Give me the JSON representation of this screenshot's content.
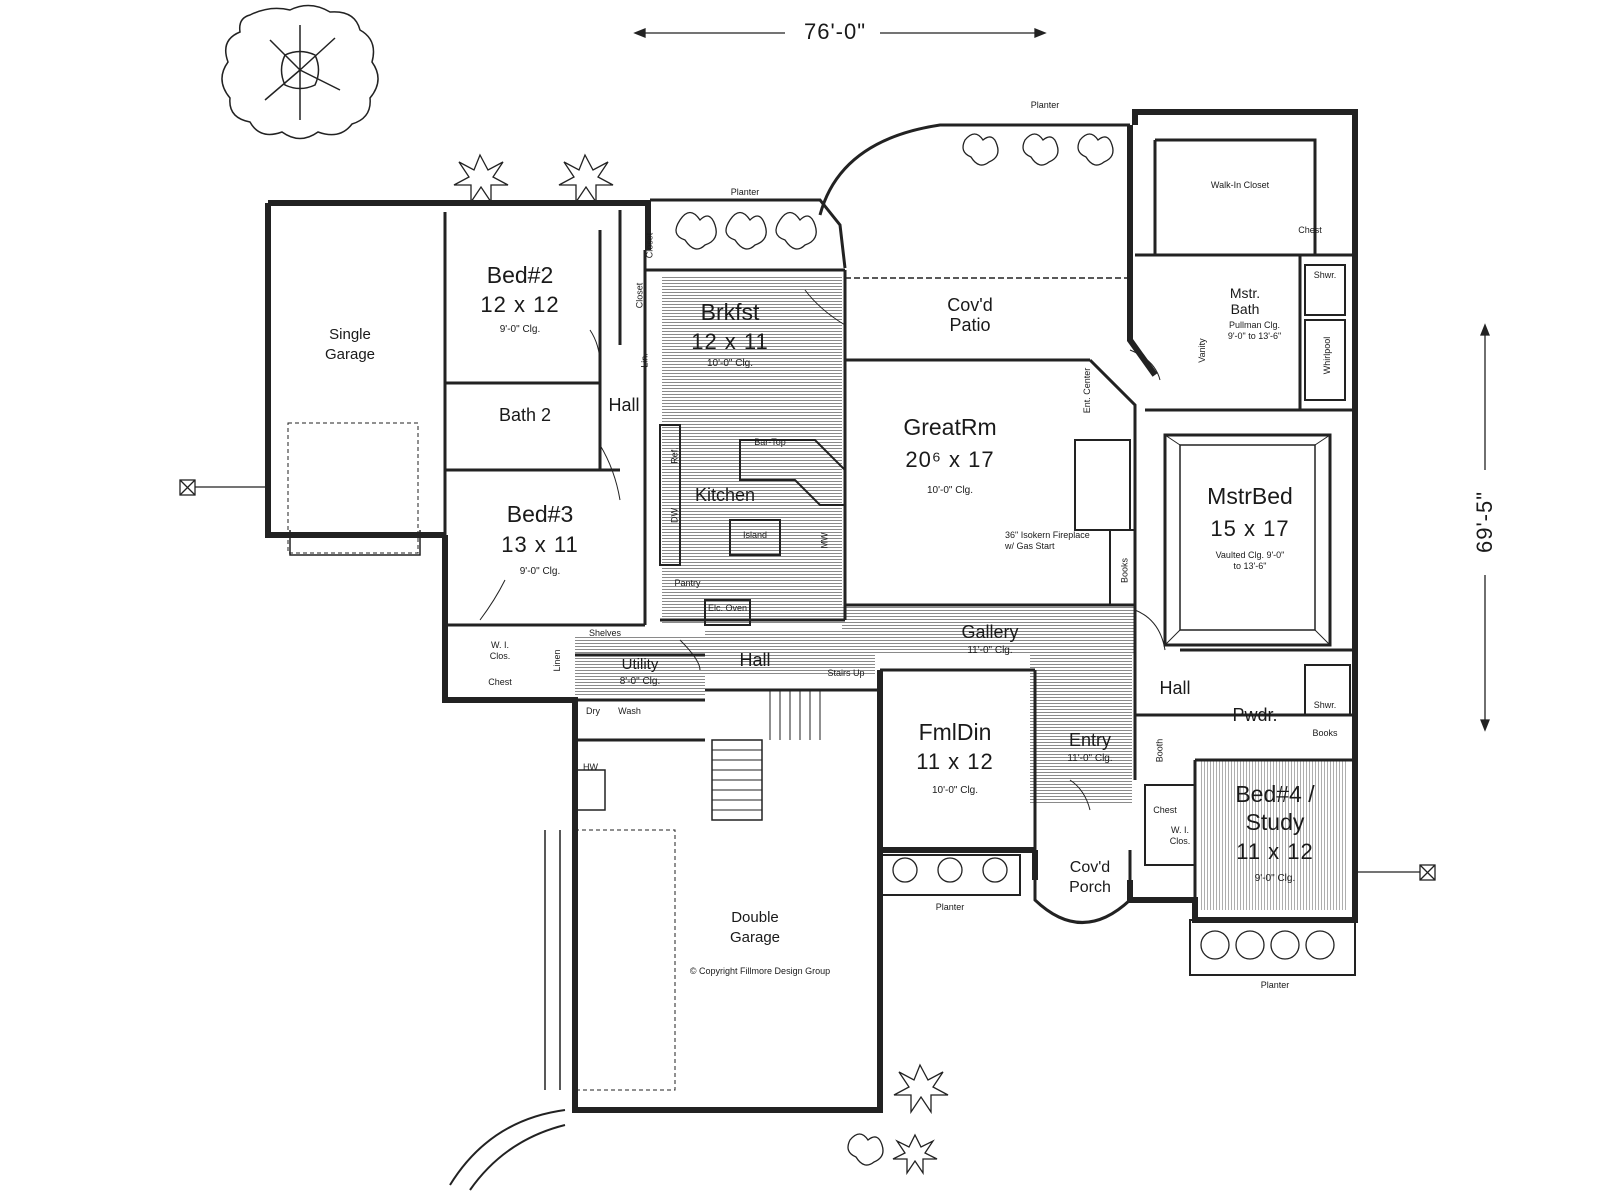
{
  "overall": {
    "width": "76'-0\"",
    "depth": "69'-5\""
  },
  "rooms": {
    "bed2": {
      "name": "Bed#2",
      "size": "12 x 12",
      "ceiling": "9'-0\" Clg."
    },
    "bed3": {
      "name": "Bed#3",
      "size": "13 x 11",
      "ceiling": "9'-0\" Clg."
    },
    "bath2": {
      "name": "Bath 2"
    },
    "hall_west": {
      "name": "Hall"
    },
    "single_garage": {
      "name": "Single Garage"
    },
    "brkfst": {
      "name": "Brkfst",
      "size": "12 x 11",
      "ceiling": "10'-0\" Clg."
    },
    "kitchen": {
      "name": "Kitchen"
    },
    "bar_top": {
      "name": "Bar-Top"
    },
    "island": {
      "name": "Island"
    },
    "pantry": {
      "name": "Pantry"
    },
    "elec_oven": {
      "name": "Elc. Oven"
    },
    "covd_patio": {
      "name": "Cov'd Patio"
    },
    "great_rm": {
      "name": "GreatRm",
      "size": "20⁶ x 17",
      "ceiling": "10'-0\" Clg."
    },
    "fireplace_note": {
      "text": "36\" Isokern Fireplace w/ Gas Start"
    },
    "ent_center": {
      "name": "Ent. Center"
    },
    "books_gr": {
      "name": "Books"
    },
    "gallery": {
      "name": "Gallery",
      "ceiling": "11'-0\" Clg."
    },
    "hall_center": {
      "name": "Hall"
    },
    "utility": {
      "name": "Utility",
      "ceiling": "8'-0\" Clg."
    },
    "stairs_up": {
      "name": "Stairs Up"
    },
    "fml_din": {
      "name": "FmlDin",
      "size": "11 x 12",
      "ceiling": "10'-0\" Clg."
    },
    "entry": {
      "name": "Entry",
      "ceiling": "11'-0\" Clg."
    },
    "covd_porch": {
      "name": "Cov'd Porch"
    },
    "double_garage": {
      "name": "Double Garage"
    },
    "copyright": {
      "text": "© Copyright Fillmore Design Group"
    },
    "walk_in_closet": {
      "name": "Walk-In Closet"
    },
    "mstr_bath": {
      "name": "Mstr. Bath",
      "ceiling": "Pullman Clg. 9'-0\" to 13'-6\""
    },
    "mstr_bed": {
      "name": "MstrBed",
      "size": "15 x 17",
      "ceiling": "Vaulted Clg. 9'-0\" to 13'-6\""
    },
    "hall_east": {
      "name": "Hall"
    },
    "pwdr": {
      "name": "Pwdr."
    },
    "bed4": {
      "name": "Bed#4 / Study",
      "size": "11 x 12",
      "ceiling": "9'-0\" Clg."
    },
    "books_bed4": {
      "name": "Books"
    }
  },
  "small_labels": {
    "planter_top": "Planter",
    "planter_brkfst": "Planter",
    "planter_fmldin": "Planter",
    "planter_bed4": "Planter",
    "closet_b2a": "Closet",
    "closet_b2b": "Closet",
    "linen_hall": "Lin.",
    "wi_clos": "W. I. Clos.",
    "shelves": "Shelves",
    "linen_util": "Linen",
    "chest": "Chest",
    "dry": "Dry",
    "wash": "Wash",
    "hw": "HW",
    "ref": "Ref.",
    "dw": "DW",
    "mw": "MW",
    "chest_mstr": "Chest",
    "shwr_mstr": "Shwr.",
    "whirlpool": "Whirlpool",
    "vanity": "Vanity",
    "shwr_pwdr": "Shwr.",
    "chest_bed4": "Chest",
    "wi_clos_bed4": "W. I. Clos.",
    "booth": "Booth"
  },
  "colors": {
    "ink": "#222222",
    "hatch": "#8a8a8a",
    "paper": "#ffffff"
  }
}
